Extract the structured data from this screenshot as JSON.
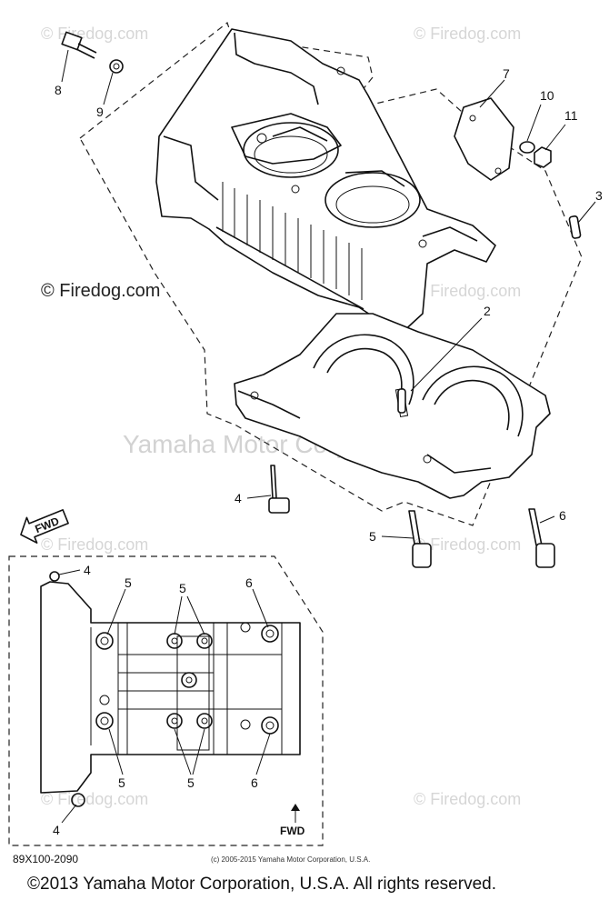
{
  "watermarks": {
    "top_left": "© Firedog.com",
    "top_right": "© Firedog.com",
    "mid_left": "© Firedog.com",
    "mid_right": "© Firedog.com",
    "center": "Yamaha Motor Corp., U.S.A.",
    "lower_left": "© Firedog.com",
    "lower_right": "© Firedog.com",
    "bottom_left": "© Firedog.com",
    "bottom_right": "© Firedog.com"
  },
  "callouts": {
    "c2": "2",
    "c3": "3",
    "c4_main": "4",
    "c5_main": "5",
    "c6_main": "6",
    "c7": "7",
    "c8": "8",
    "c9": "9",
    "c10": "10",
    "c11": "11",
    "inset_4_top": "4",
    "inset_5_left": "5",
    "inset_5_center": "5",
    "inset_6_right": "6",
    "inset_5_bottom_left": "5",
    "inset_5_bottom_center": "5",
    "inset_6_bottom": "6",
    "inset_4_bottom": "4"
  },
  "fwd_label_main": "FWD",
  "fwd_label_inset": "FWD",
  "diagram_ref": "89X100-2090",
  "small_copyright": "(c) 2005-2015 Yamaha Motor Corporation, U.S.A.",
  "footer_copyright": "©2013 Yamaha Motor Corporation, U.S.A. All rights reserved."
}
